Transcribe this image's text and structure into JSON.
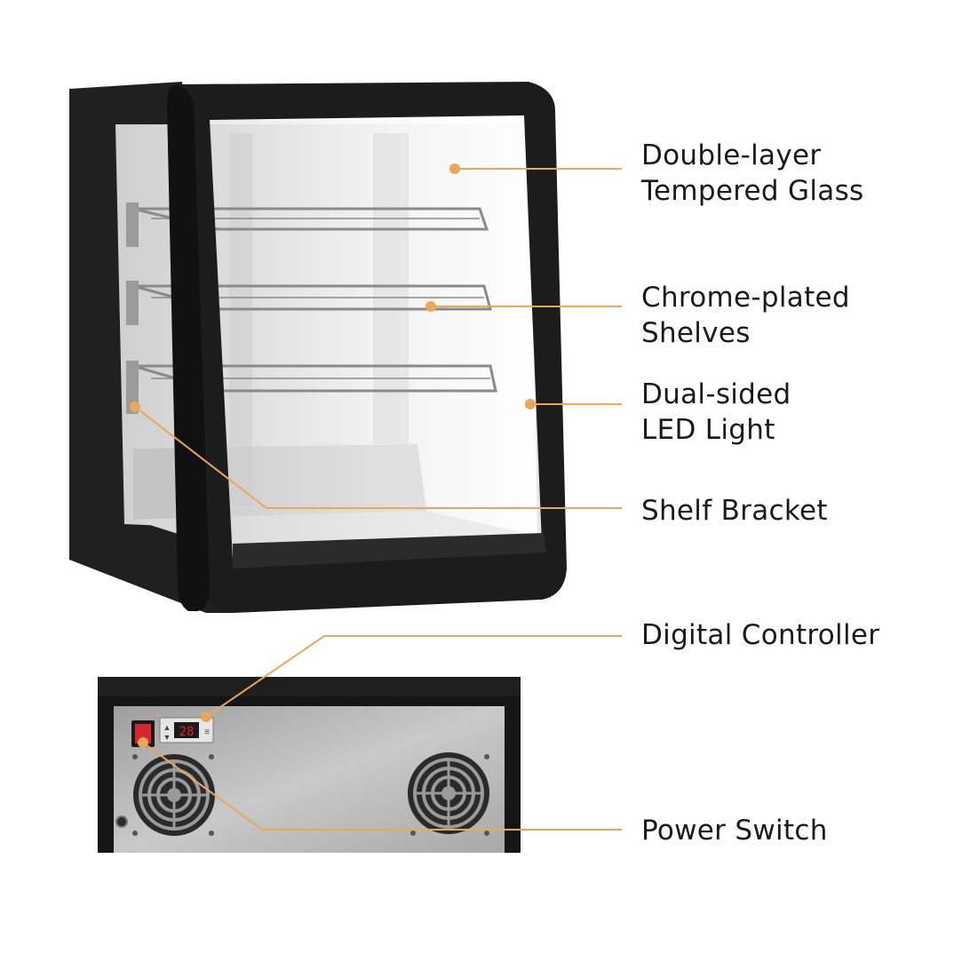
{
  "colors": {
    "accent": "#E8A85C",
    "cabinet_frame": "#1c1c1c",
    "steel_panel": "#b9b9b9",
    "display_digits": "#e0222a",
    "text": "#1a1a1a"
  },
  "callouts": [
    {
      "label": "Double-layer\nTempered Glass",
      "target": "glass-panel"
    },
    {
      "label": "Chrome-plated\nShelves",
      "target": "wire-shelf"
    },
    {
      "label": "Dual-sided\nLED Light",
      "target": "led-strip"
    },
    {
      "label": "Shelf Bracket",
      "target": "shelf-bracket"
    },
    {
      "label": "Digital Controller",
      "target": "controller-panel"
    },
    {
      "label": "Power Switch",
      "target": "power-switch"
    }
  ],
  "controller": {
    "display_value": "28",
    "icons": [
      "up-arrow-icon",
      "down-arrow-icon",
      "set-icon"
    ]
  },
  "icons": [
    "fan-icon",
    "fan-icon"
  ]
}
